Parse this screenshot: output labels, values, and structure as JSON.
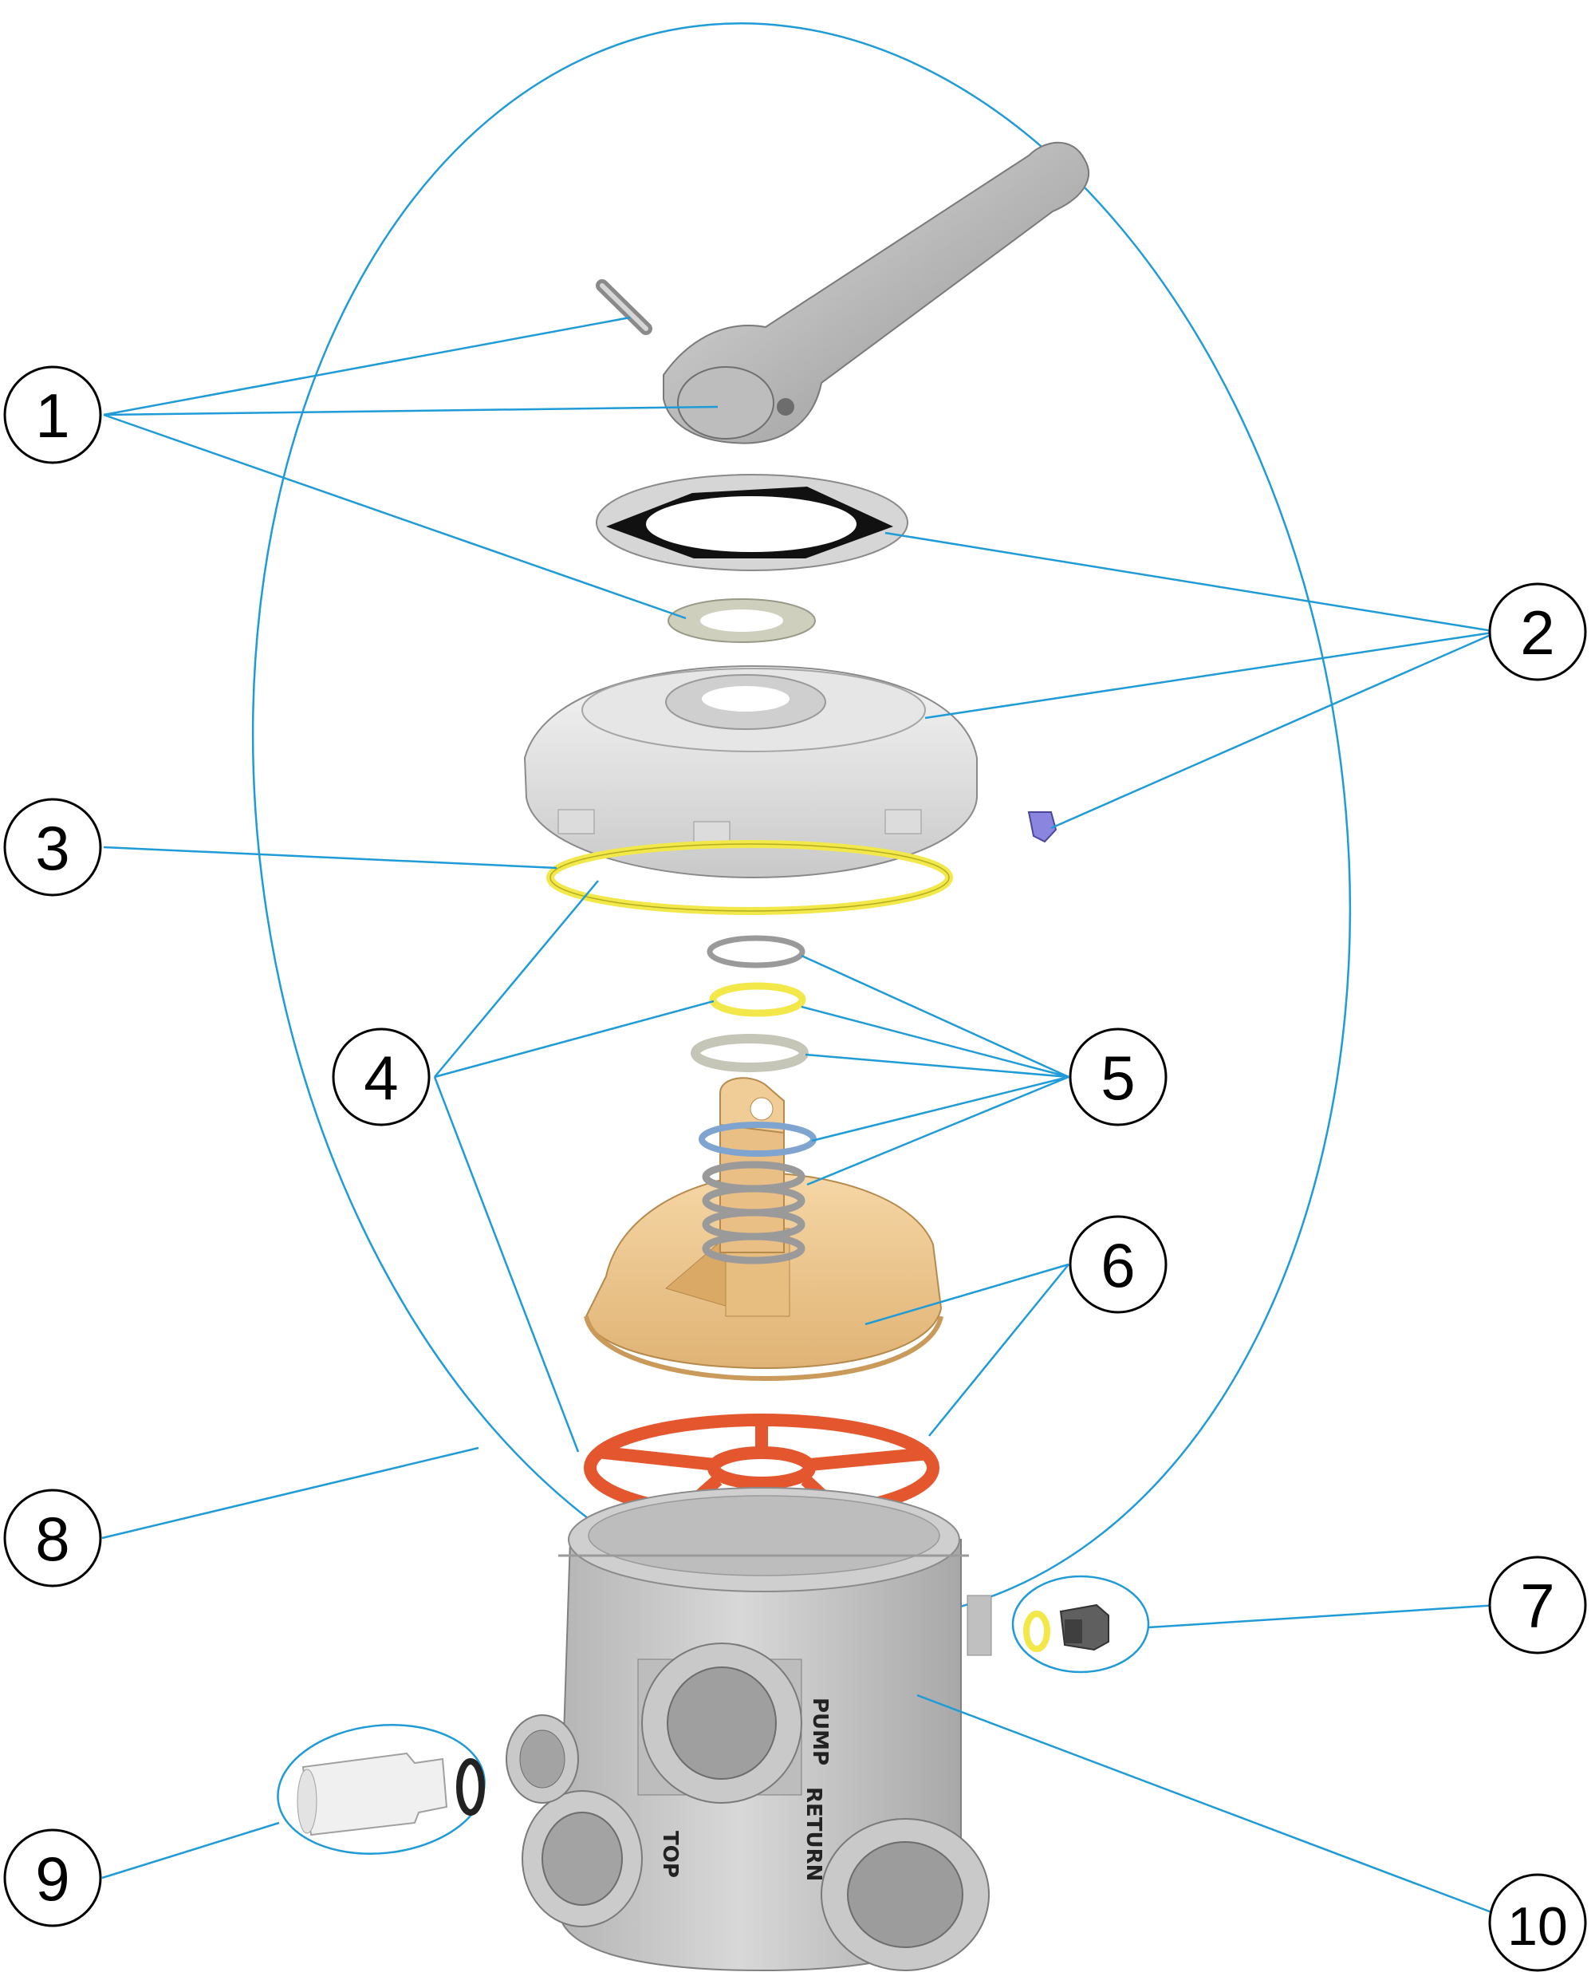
{
  "colors": {
    "leader": "#1f9bd7",
    "body_gray": "#c8c8c8",
    "rotor_tan": "#efc68f",
    "gasket_orange": "#e4572e",
    "oring_yellow": "#f2e84a",
    "clip_blue": "#8a86e0"
  },
  "callouts": [
    {
      "id": "c1",
      "label": "1"
    },
    {
      "id": "c2",
      "label": "2"
    },
    {
      "id": "c3",
      "label": "3"
    },
    {
      "id": "c4",
      "label": "4"
    },
    {
      "id": "c5",
      "label": "5"
    },
    {
      "id": "c6",
      "label": "6"
    },
    {
      "id": "c7",
      "label": "7"
    },
    {
      "id": "c8",
      "label": "8"
    },
    {
      "id": "c9",
      "label": "9"
    },
    {
      "id": "c10",
      "label": "10"
    }
  ],
  "body_labels": {
    "pump": "PUMP",
    "top": "TOP",
    "return": "RETURN"
  }
}
